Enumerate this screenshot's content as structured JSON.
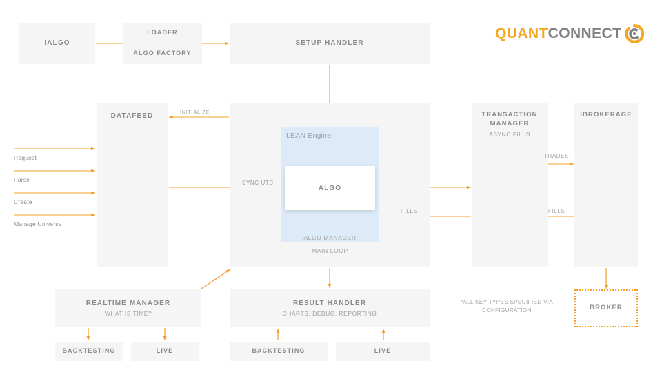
{
  "brand": {
    "name_part1": "QUANT",
    "name_part2": "CONNECT",
    "logo_icon": "quantconnect-swirl-icon",
    "accent_color": "#f5a623",
    "gray_color": "#808080"
  },
  "colors": {
    "box_fill": "#f5f5f5",
    "engine_fill": "#ddeaf7",
    "arrow": "#f6a02a",
    "title_text": "#8a8a8a",
    "sub_text": "#a2a2a2"
  },
  "boxes": {
    "ialgo": {
      "title": "IALGO"
    },
    "loader": {
      "title_top": "LOADER",
      "title_bottom": "ALGO FACTORY"
    },
    "setup_handler": {
      "title": "SETUP HANDLER"
    },
    "datafeed": {
      "title": "DATAFEED"
    },
    "lean_engine": {
      "label": "LEAN Engine"
    },
    "algo": {
      "title": "ALGO"
    },
    "algo_manager": {
      "label": "ALGO MANAGER"
    },
    "main_loop": {
      "label": "MAIN LOOP"
    },
    "transaction_manager": {
      "title": "TRANSACTION MANAGER",
      "sub": "ASYNC FILLS"
    },
    "ibrokerage": {
      "title": "IBROKERAGE"
    },
    "realtime_manager": {
      "title": "REALTIME MANAGER",
      "sub": "WHAT IS TIME?"
    },
    "result_handler": {
      "title": "RESULT HANDLER",
      "sub": "CHARTS, DEBUG, REPORTING"
    },
    "realtime_backtesting": {
      "title": "BACKTESTING"
    },
    "realtime_live": {
      "title": "LIVE"
    },
    "result_backtesting": {
      "title": "BACKTESTING"
    },
    "result_live": {
      "title": "LIVE"
    },
    "broker": {
      "title": "BROKER"
    }
  },
  "labels": {
    "initialize": "INITIALIZE",
    "trades": "TRADES",
    "fills_right": "FILLS",
    "fills_center": "FILLS",
    "sync_utc": "SYNC UTC",
    "request": "Request",
    "parse": "Parse",
    "create": "Create",
    "manage_universe": "Manage Universe",
    "footnote": "*ALL KEY TYPES SPECIFIED VIA CONFIGURATION"
  }
}
